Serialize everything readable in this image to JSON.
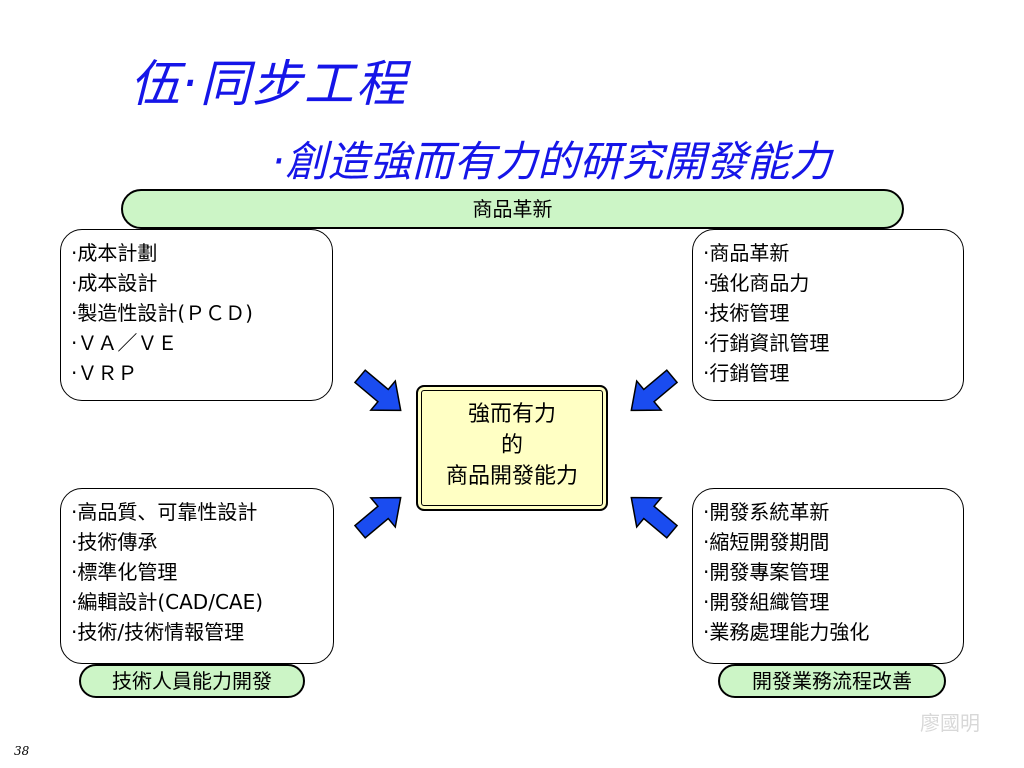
{
  "title": "伍‧同步工程",
  "subtitle": "‧創造強而有力的研究開發能力",
  "top_band": "商品革新",
  "center": {
    "line1": "強而有力",
    "line2": "的",
    "line3": "商品開發能力"
  },
  "boxes": {
    "top_left": [
      "成本計劃",
      "成本設計",
      "製造性設計(ＰＣＤ)",
      "ＶＡ／ＶＥ",
      "ＶＲＰ"
    ],
    "top_right": [
      "商品革新",
      "強化商品力",
      "技術管理",
      "行銷資訊管理",
      "行銷管理"
    ],
    "bottom_left": [
      "高品質、可靠性設計",
      "技術傳承",
      "標準化管理",
      "編輯設計(CAD/CAE)",
      "技術/技術情報管理"
    ],
    "bottom_right": [
      "開發系統革新",
      "縮短開發期間",
      "開發專案管理",
      "開發組織管理",
      "業務處理能力強化"
    ]
  },
  "bottom_left_label": "技術人員能力開發",
  "bottom_right_label": "開發業務流程改善",
  "signature": "廖國明",
  "page_number": "38",
  "colors": {
    "title": "#1515e8",
    "pill": "#ccf5c6",
    "center": "#ffffc4",
    "arrow": "#1a4cf0"
  }
}
